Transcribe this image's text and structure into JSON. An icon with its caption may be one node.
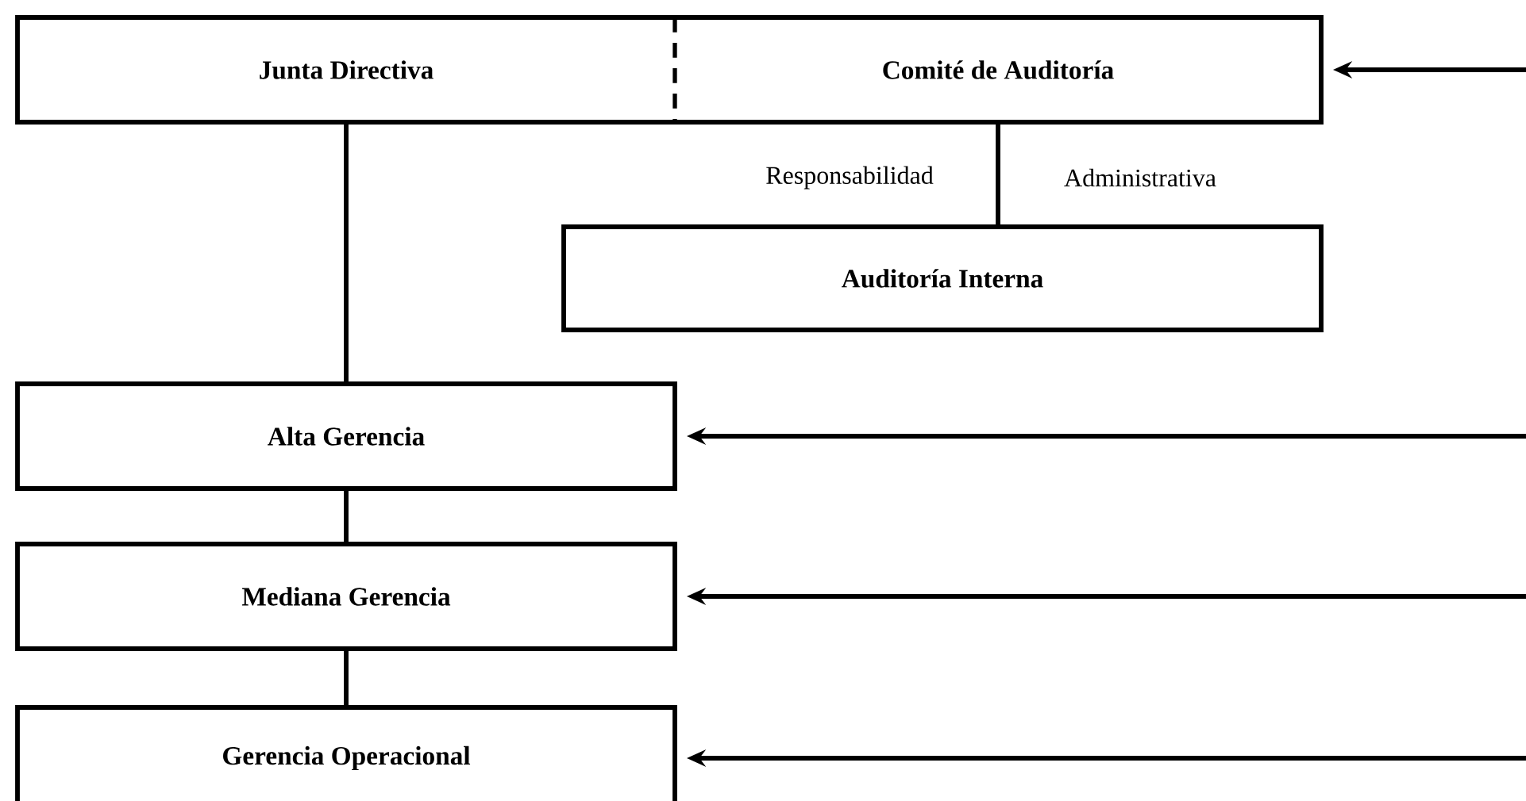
{
  "diagram": {
    "nodes": [
      {
        "text": [
          "Junta Directiva"
        ]
      },
      {
        "text": [
          "Comité de Auditoría"
        ]
      },
      {
        "text": [
          "Auditoría Interna"
        ]
      },
      {
        "text": [
          "Alta Gerencia"
        ]
      },
      {
        "text": [
          "Mediana Gerencia"
        ]
      },
      {
        "text": [
          "Gerencia Operacional"
        ]
      }
    ],
    "edges": [
      {
        "from": 0,
        "to": 3,
        "arrow": "none"
      },
      {
        "from": 1,
        "to": 2,
        "arrow": "none"
      },
      {
        "from": 3,
        "to": 4,
        "arrow": "none"
      },
      {
        "from": 4,
        "to": 5,
        "arrow": "none"
      },
      {
        "from": null,
        "to": 1,
        "arrow": "to"
      },
      {
        "from": null,
        "to": 3,
        "arrow": "to"
      },
      {
        "from": null,
        "to": 4,
        "arrow": "to"
      },
      {
        "from": null,
        "to": 5,
        "arrow": "to"
      }
    ],
    "labels": [
      "Responsabilidad",
      "Administrativa"
    ]
  }
}
